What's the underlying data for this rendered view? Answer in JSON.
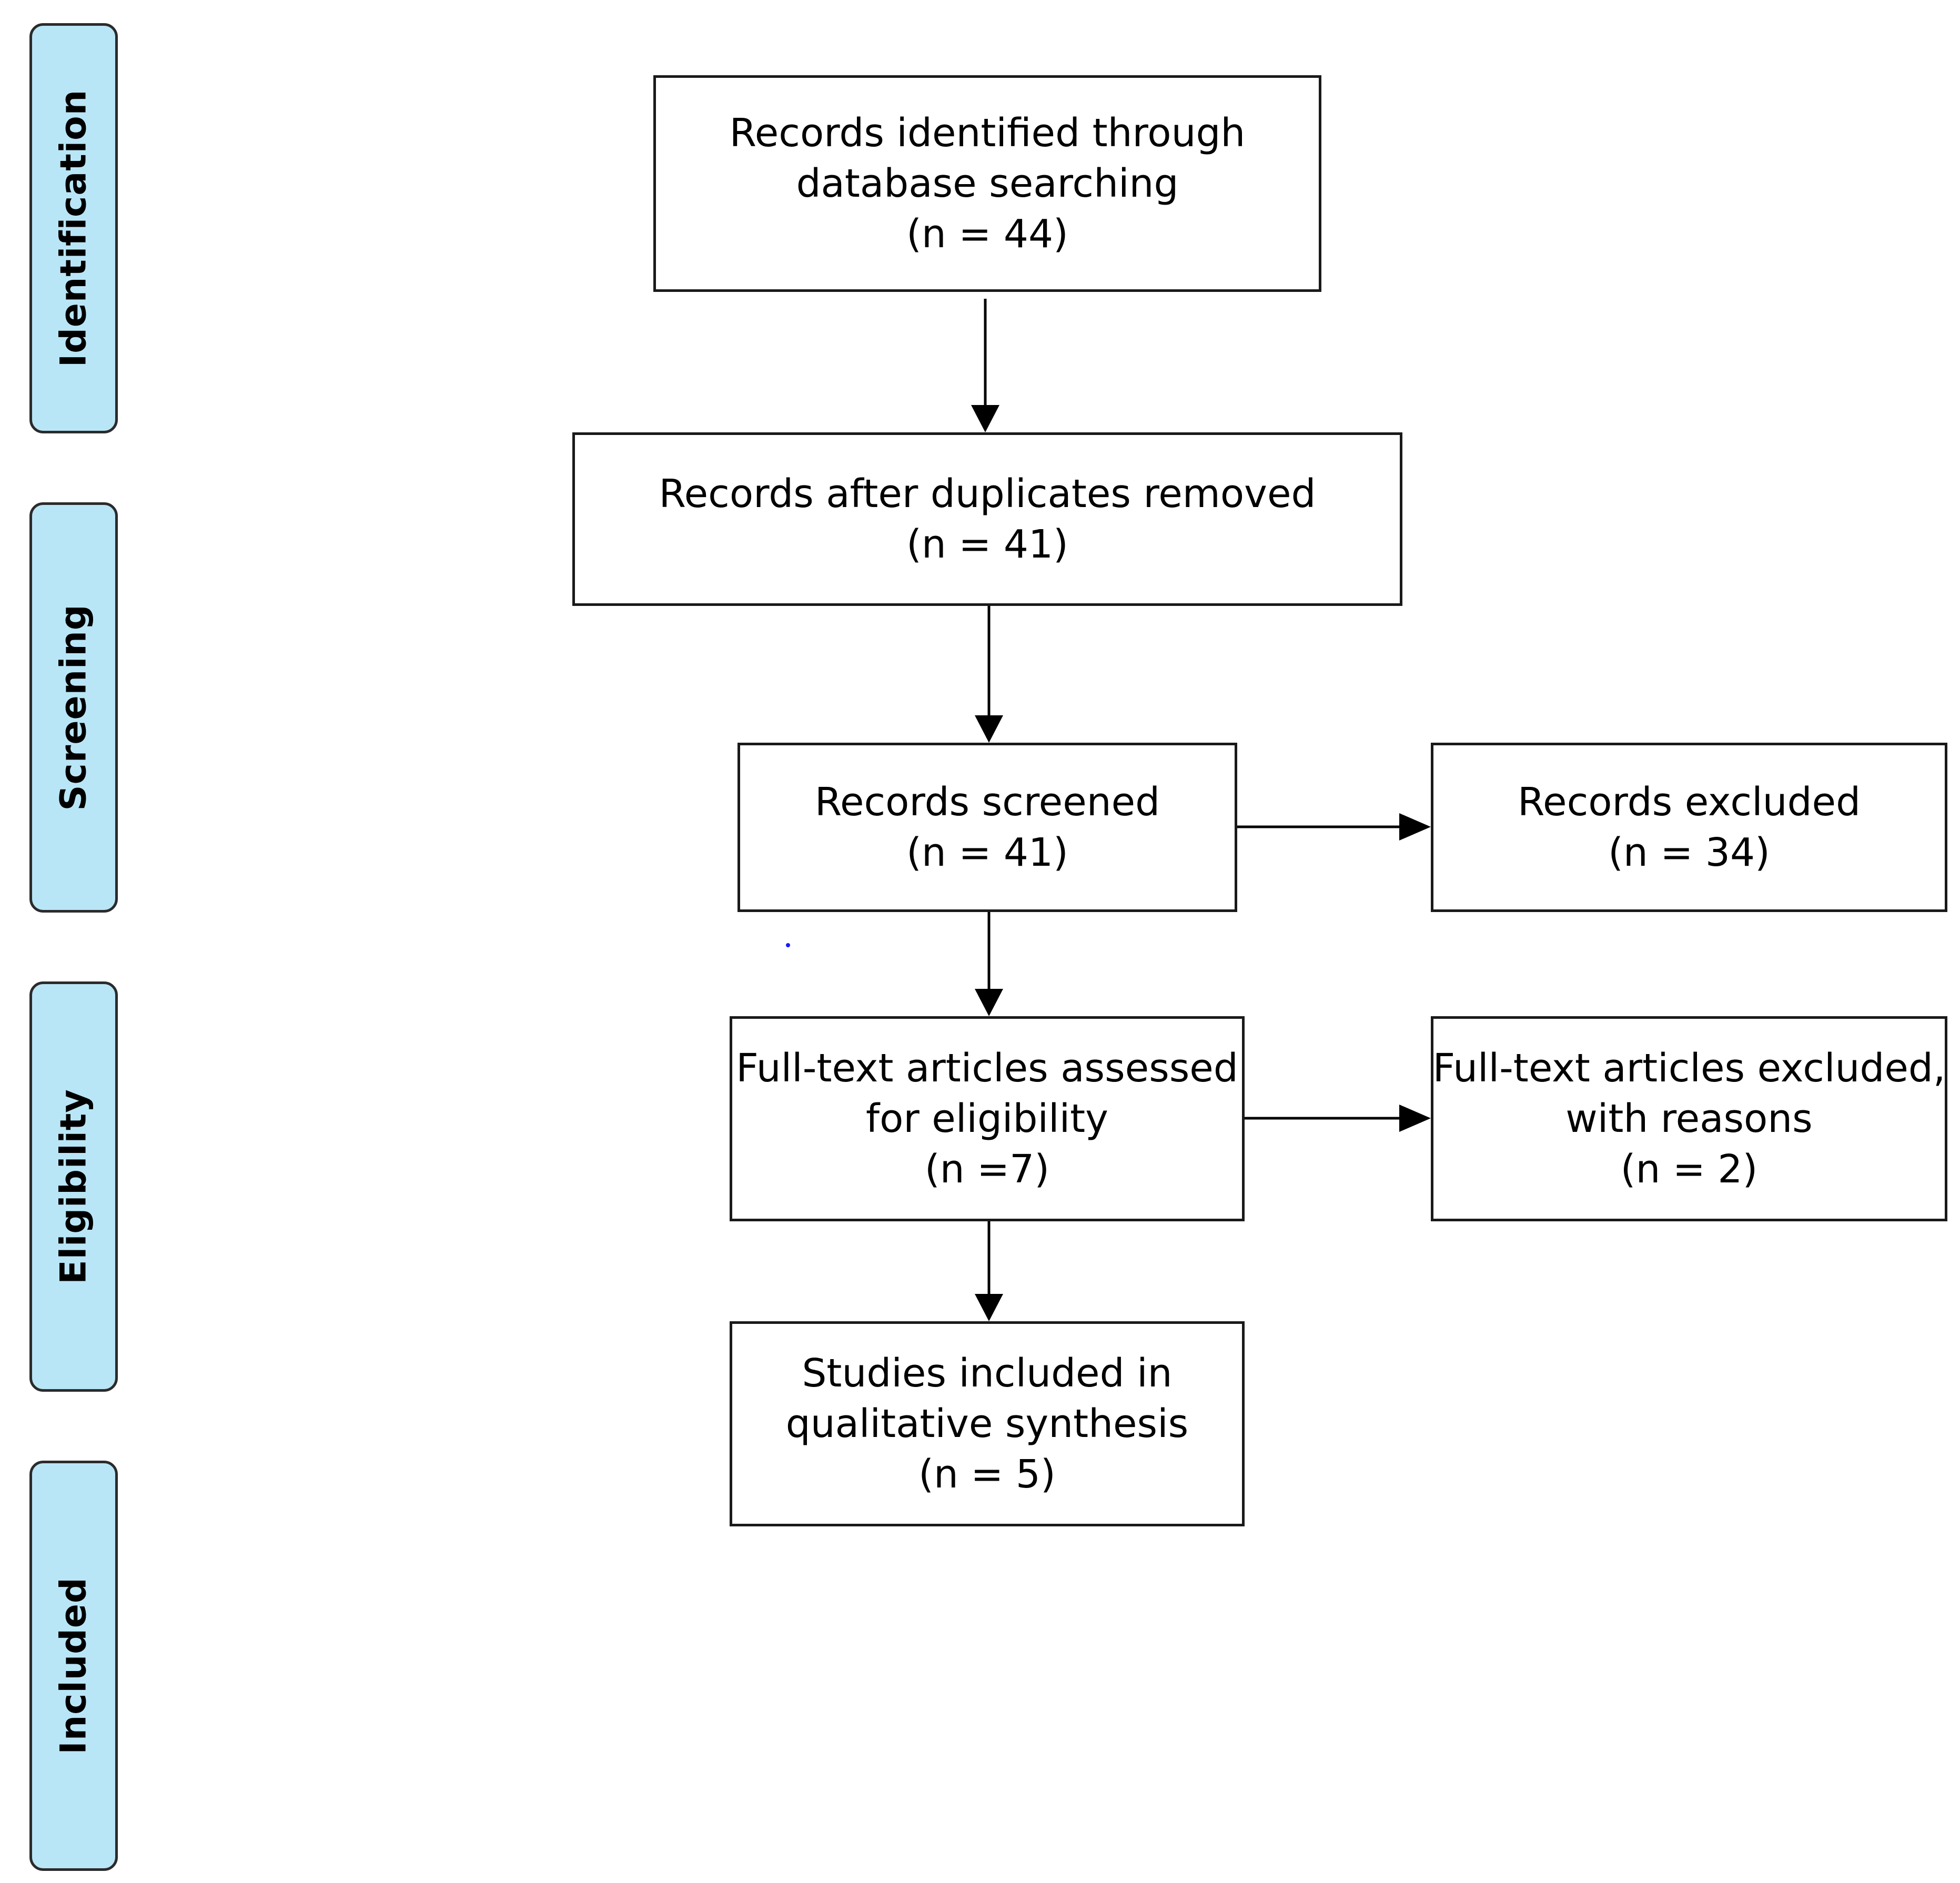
{
  "phases": {
    "identification": "Identification",
    "screening": "Screening",
    "eligibility": "Eligibility",
    "included": "Included"
  },
  "boxes": {
    "records_identified": {
      "line1": "Records identified through",
      "line2": "database searching",
      "count": "(n = 44)"
    },
    "records_after_duplicates": {
      "line1": "Records after duplicates removed",
      "count": "(n = 41)"
    },
    "records_screened": {
      "line1": "Records screened",
      "count": "(n = 41)"
    },
    "records_excluded": {
      "line1": "Records excluded",
      "count": "(n = 34)"
    },
    "fulltext_assessed": {
      "line1": "Full-text articles assessed",
      "line2": "for eligibility",
      "count": "(n =7)"
    },
    "fulltext_excluded": {
      "line1": "Full-text articles excluded,",
      "line2": "with reasons",
      "count": "(n = 2)"
    },
    "studies_included": {
      "line1": "Studies included in",
      "line2": "qualitative synthesis",
      "count": "(n = 5)"
    }
  },
  "colors": {
    "phase_fill": "#b9e6f7",
    "border": "#1a1a1a",
    "stray_dot": "#1a1aff"
  }
}
